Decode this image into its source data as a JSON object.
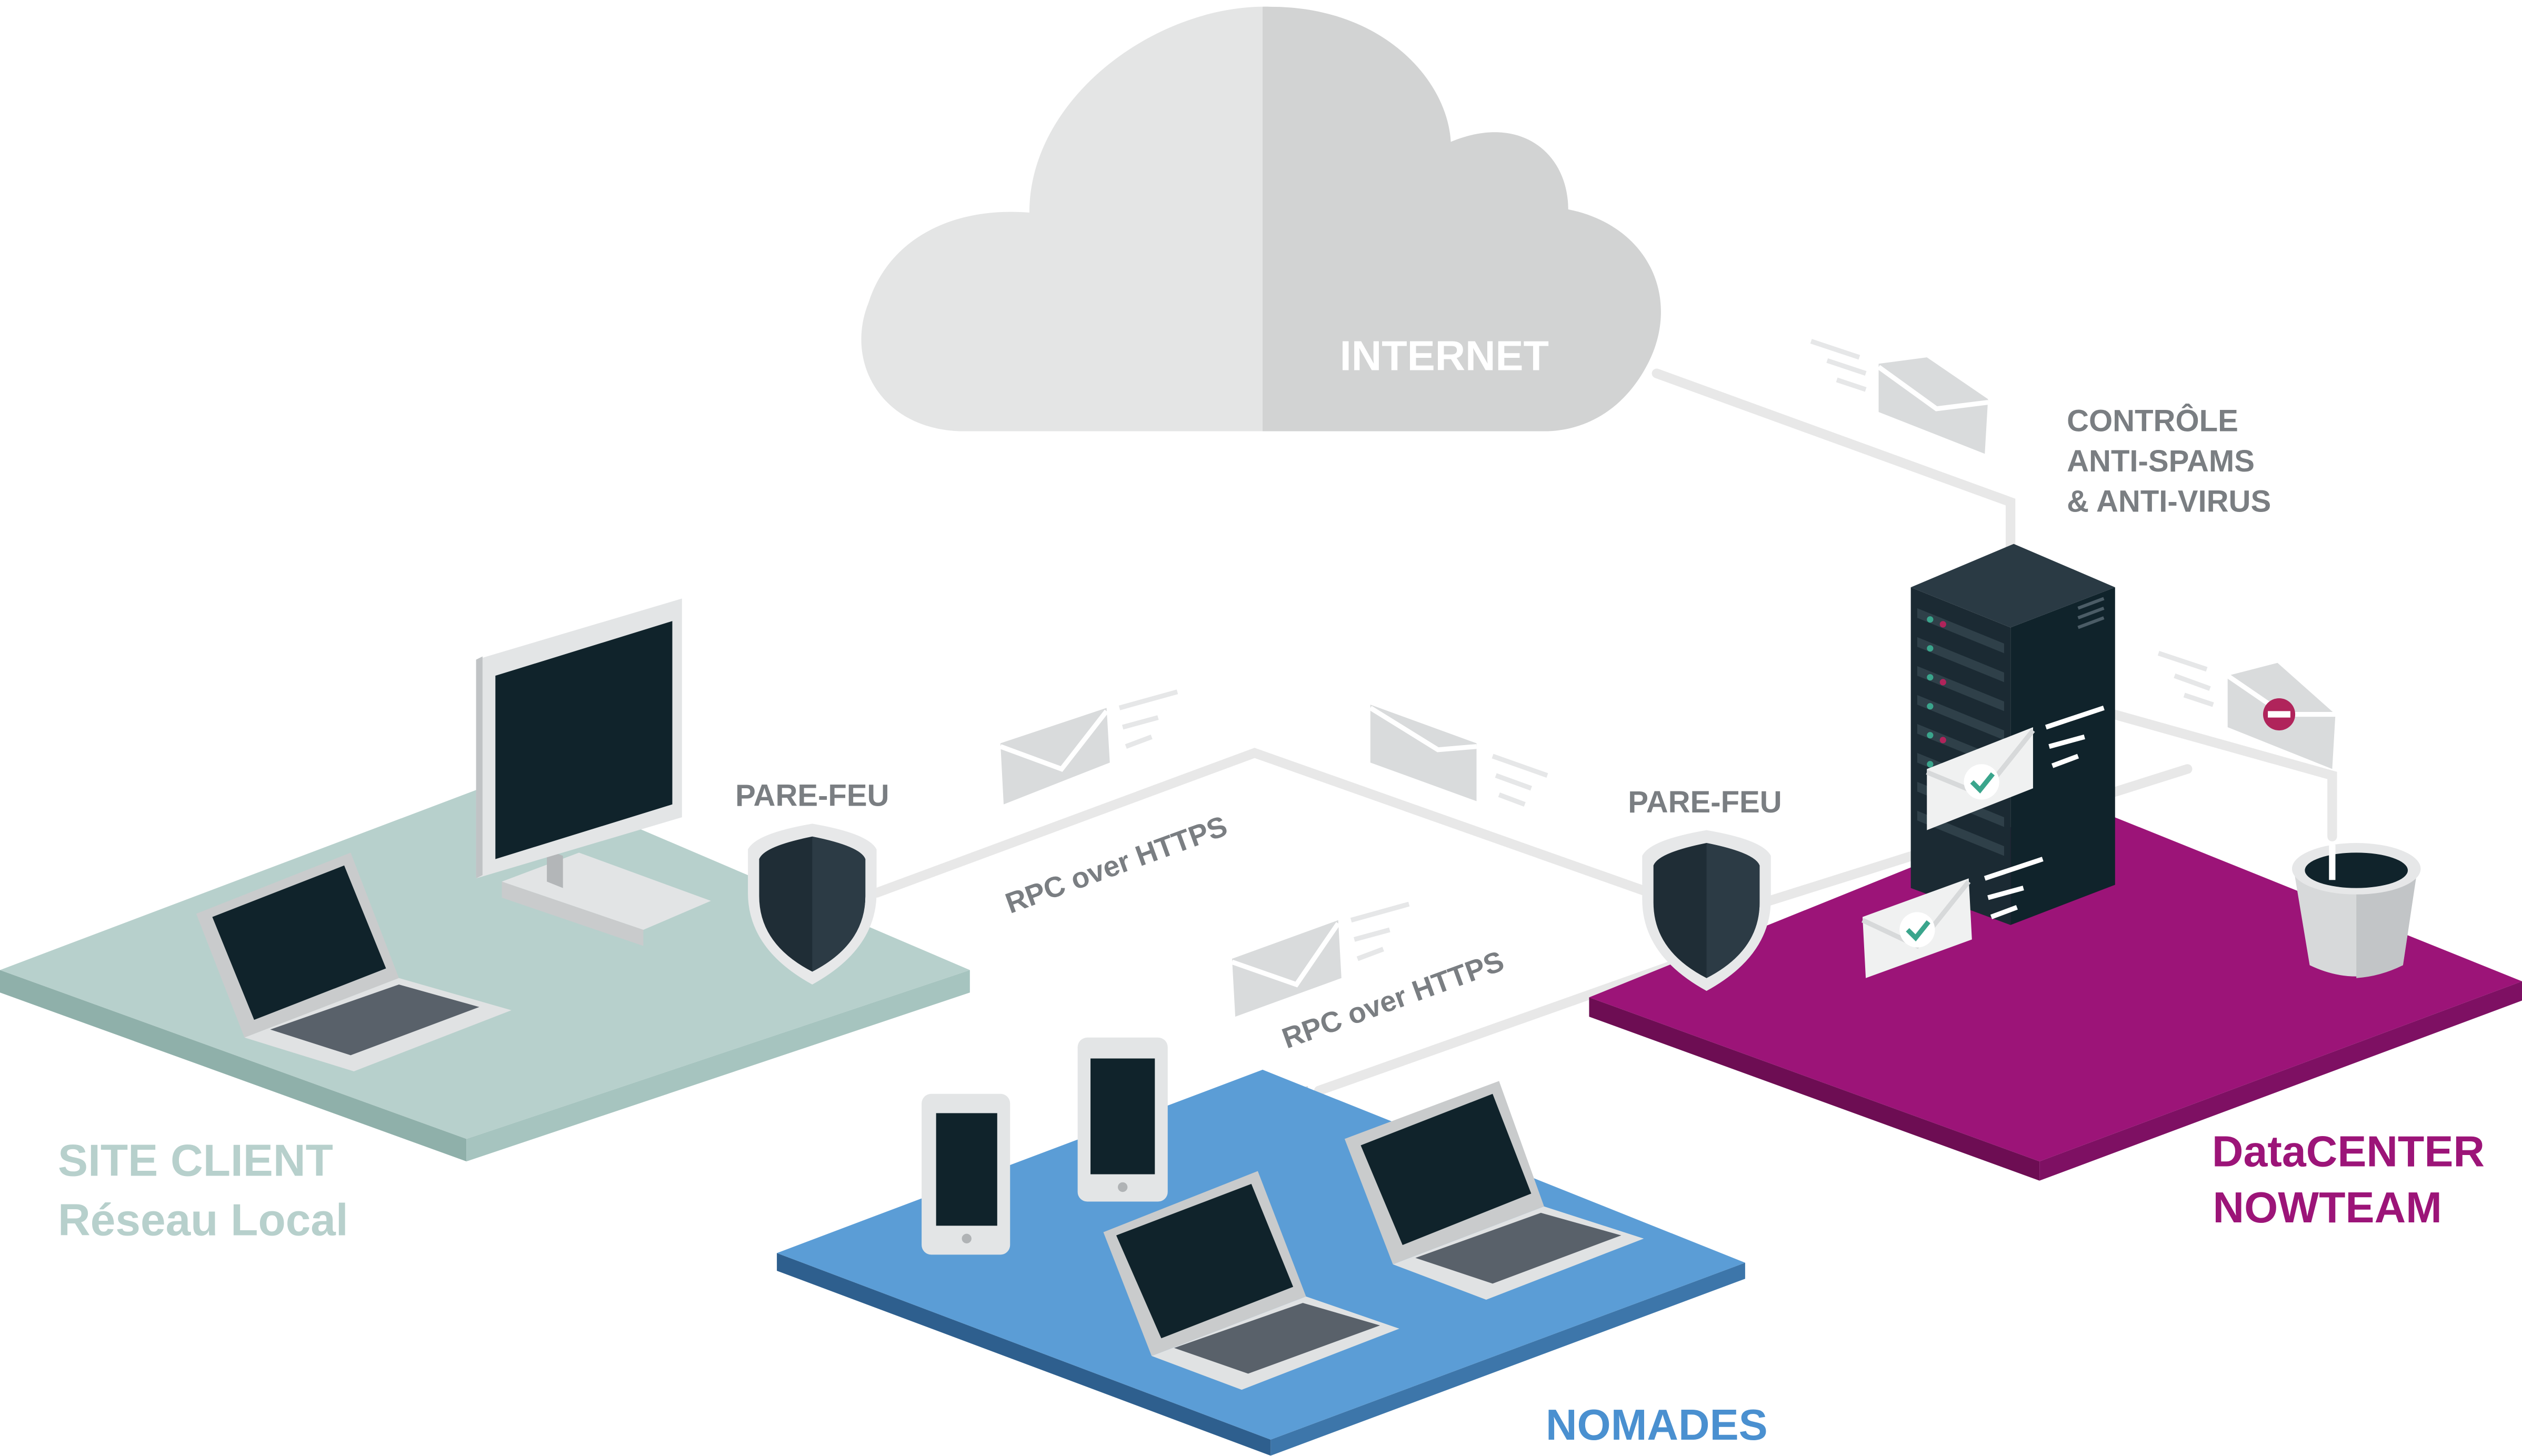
{
  "labels": {
    "internet": "INTERNET",
    "controle": [
      "CONTRÔLE",
      "ANTI-SPAMS",
      "& ANTI-VIRUS"
    ],
    "firewall_left": "PARE-FEU",
    "firewall_right": "PARE-FEU",
    "rpc_top": "RPC over HTTPS",
    "rpc_bottom": "RPC over HTTPS",
    "site_client": [
      "SITE CLIENT",
      "Réseau Local"
    ],
    "nomades": "NOMADES",
    "datacenter": [
      "DataCENTER",
      "NOWTEAM"
    ]
  },
  "colors": {
    "site_client_platform": "#b7d0cc",
    "site_client_text": "#b7d0cc",
    "nomades_platform": "#5b9dd6",
    "nomades_text": "#4a90d0",
    "datacenter_platform": "#9c1478",
    "datacenter_text": "#9c1478",
    "label_gray": "#7a7e82",
    "cloud_light": "#e4e5e5",
    "cloud_dark": "#d2d3d3",
    "device_screen": "#10232b",
    "shield": "#1f2d36",
    "check": "#3aa58c",
    "block": "#b0245b"
  },
  "icons": [
    "cloud-icon",
    "monitor-icon",
    "laptop-icon",
    "tablet-icon",
    "phone-icon",
    "server-rack-icon",
    "shield-icon",
    "envelope-icon",
    "trash-bin-icon",
    "check-icon",
    "blocked-icon"
  ]
}
